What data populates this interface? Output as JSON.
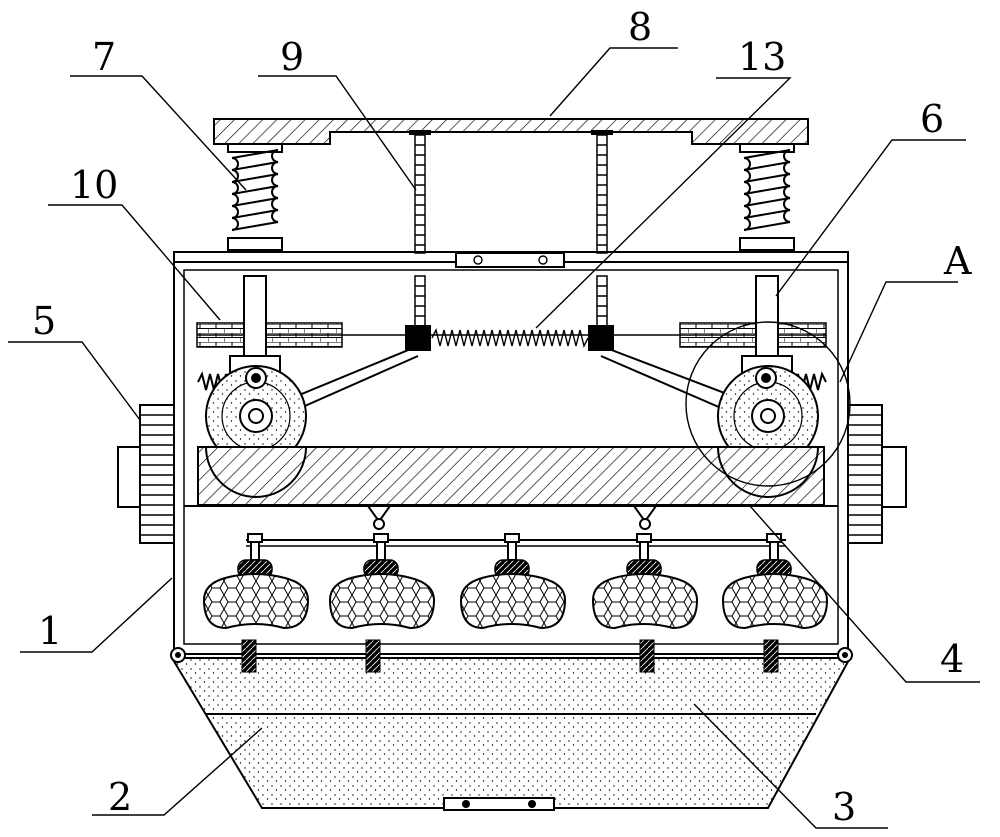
{
  "labels": {
    "l1": "1",
    "l2": "2",
    "l3": "3",
    "l4": "4",
    "l5": "5",
    "l6": "6",
    "l7": "7",
    "l8": "8",
    "l9": "9",
    "l10": "10",
    "l13": "13",
    "lA": "A"
  },
  "colors": {
    "stroke": "#000000",
    "background": "#ffffff"
  }
}
